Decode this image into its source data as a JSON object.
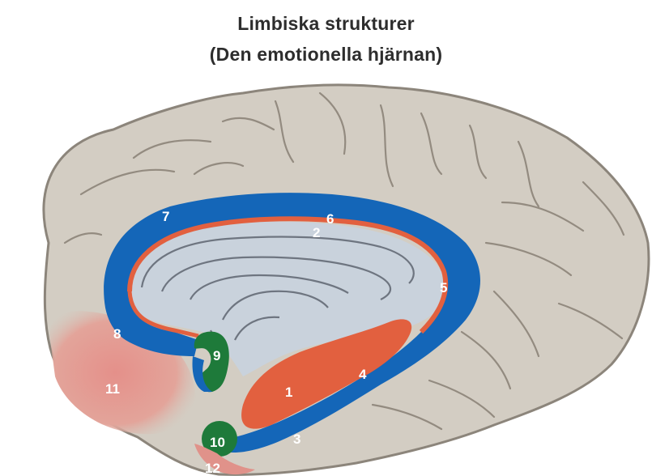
{
  "title": {
    "line1": "Limbiska strukturer",
    "line2": "(Den emotionella hjärnan)"
  },
  "colors": {
    "cortex": "#d3cdc3",
    "cortex_outline": "#8c857b",
    "limbic_blue": "#1466b8",
    "limbic_red": "#e2603f",
    "limbic_green": "#1e7a3a",
    "prefrontal_pink": "#e0928a",
    "inner_area": "#c9d2dc"
  },
  "labels": [
    "1",
    "2",
    "3",
    "4",
    "5",
    "6",
    "7",
    "8",
    "9",
    "10",
    "11",
    "12"
  ]
}
